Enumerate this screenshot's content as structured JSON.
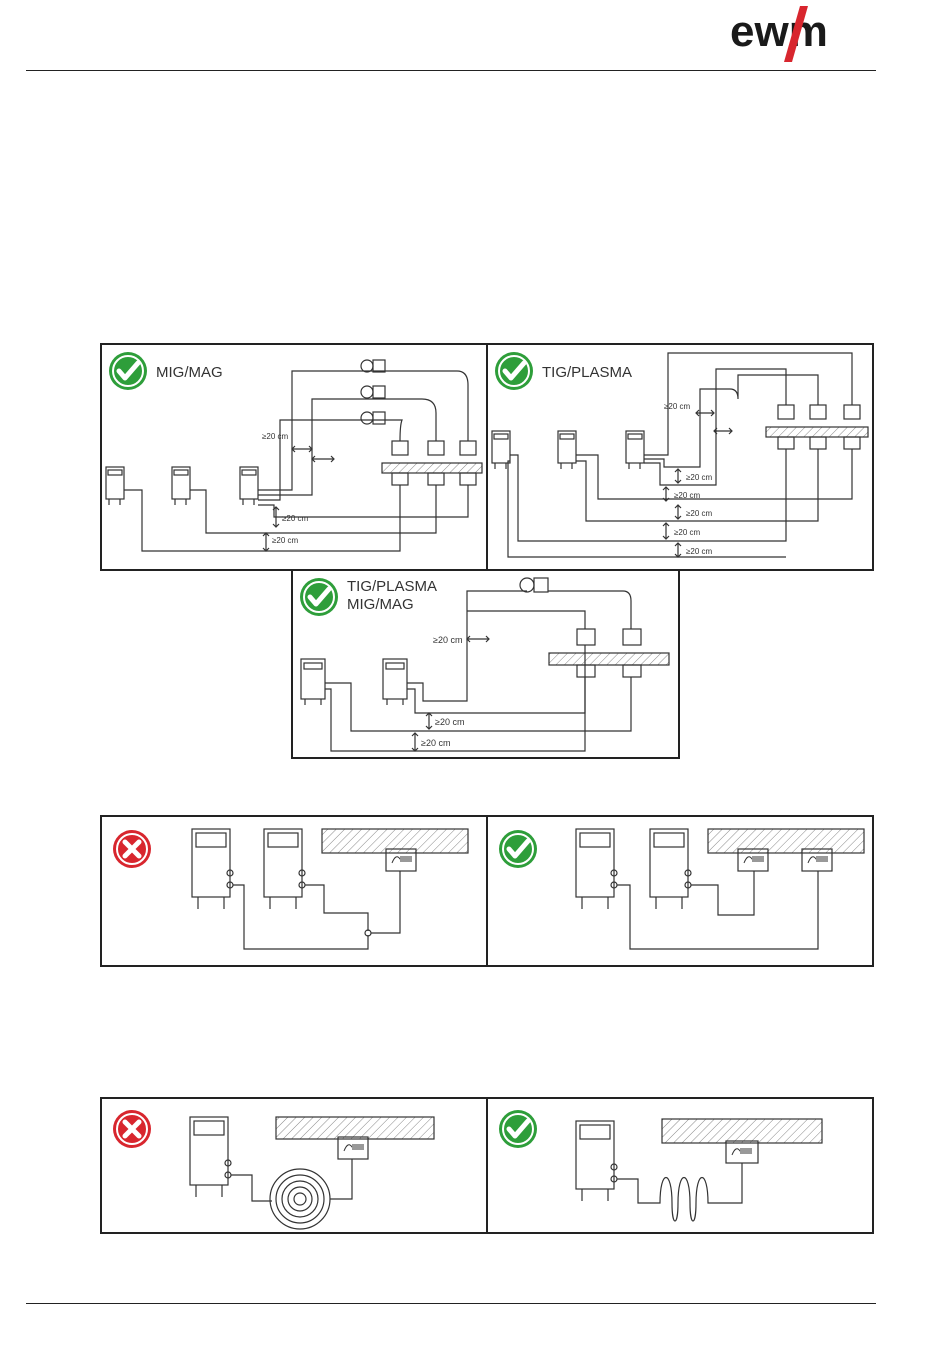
{
  "header": {
    "logo_text": "ewm"
  },
  "figures": {
    "fig1": {
      "mig_mag": {
        "title": "MIG/MAG",
        "dims": [
          "≥20 cm",
          "≥20 cm",
          "≥20 cm"
        ]
      },
      "tig_plasma": {
        "title": "TIG/PLASMA",
        "dims": [
          "≥20 cm",
          "≥20 cm",
          "≥20 cm",
          "≥20 cm",
          "≥20 cm",
          "≥20 cm"
        ]
      },
      "combined": {
        "title_line1": "TIG/PLASMA",
        "title_line2": "MIG/MAG",
        "dims": [
          "≥20 cm",
          "≥20 cm",
          "≥20 cm"
        ]
      }
    }
  },
  "colors": {
    "ok_green": "#2e9e3a",
    "bad_red": "#d8262e",
    "line": "#333333"
  }
}
